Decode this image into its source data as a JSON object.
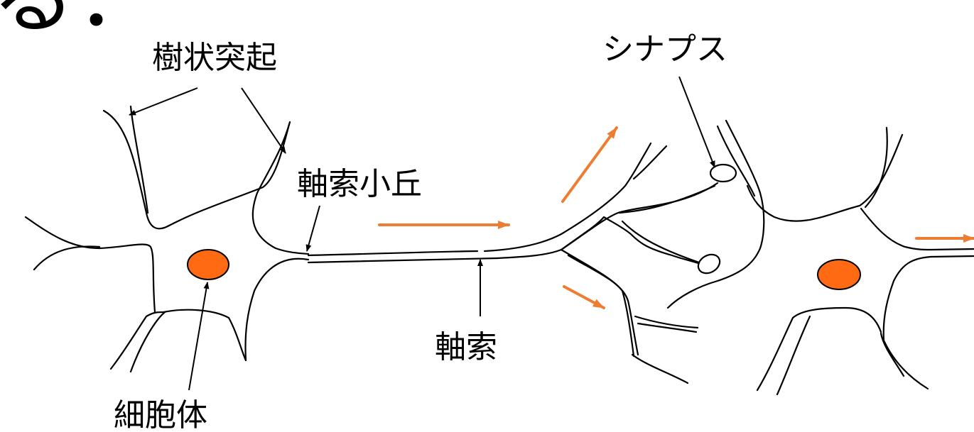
{
  "header": {
    "lead_text": "る："
  },
  "labels": {
    "dendrite": "樹状突起",
    "synapse": "シナプス",
    "axon_hillock": "軸索小丘",
    "axon": "軸索",
    "cell_body": "細胞体"
  },
  "colors": {
    "nucleus": "#ff6a13",
    "signal_arrow": "#ed7d31",
    "outline": "#000000"
  }
}
